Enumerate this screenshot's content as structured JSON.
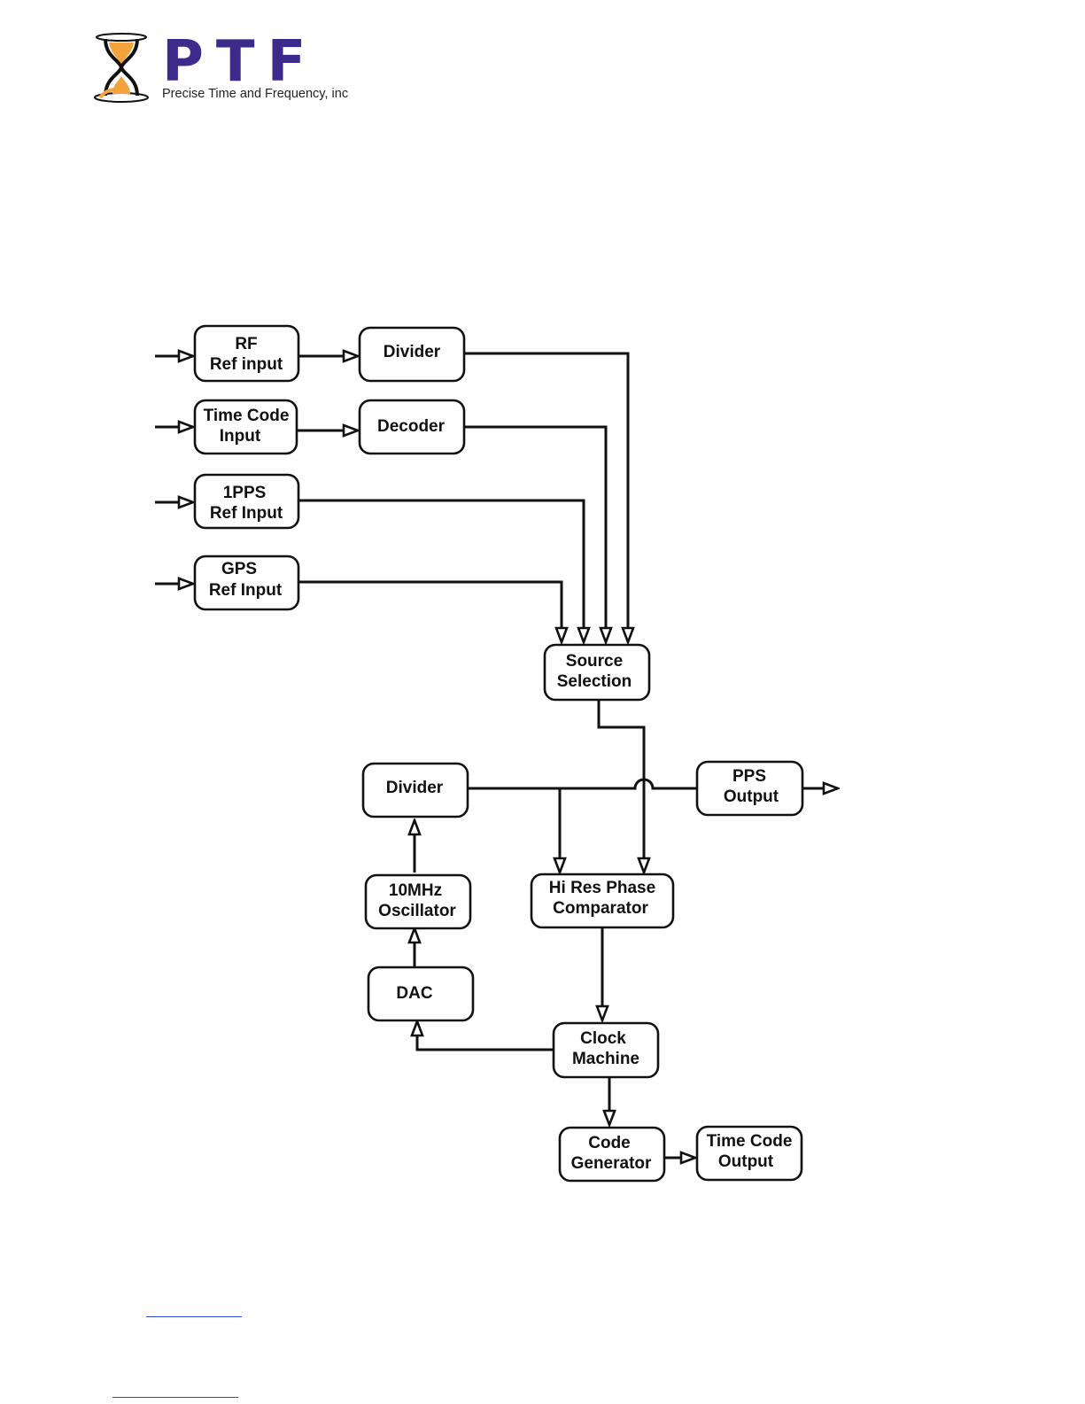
{
  "header": {
    "brand": "PTF",
    "tagline": "Precise Time and Frequency, inc",
    "brand_color": "#3d2b8c",
    "accent_color": "#f4a23c",
    "logo_icon": "hourglass-icon"
  },
  "diagram": {
    "rf_ref_input": [
      "RF",
      "Ref input"
    ],
    "divider_top": [
      "Divider"
    ],
    "time_code_input": [
      "Time Code",
      "Input"
    ],
    "decoder": [
      "Decoder"
    ],
    "pps1_ref_input": [
      "1PPS",
      "Ref Input"
    ],
    "gps_ref_input": [
      "GPS",
      "Ref Input"
    ],
    "source_selection": [
      "Source",
      "Selection"
    ],
    "divider_lower": [
      "Divider"
    ],
    "pps_output": [
      "PPS",
      "Output"
    ],
    "oscillator": [
      "10MHz",
      "Oscillator"
    ],
    "phase_comparator": [
      "Hi Res Phase",
      "Comparator"
    ],
    "dac": [
      "DAC"
    ],
    "clock_machine": [
      "Clock",
      "Machine"
    ],
    "code_generator": [
      "Code",
      "Generator"
    ],
    "time_code_output": [
      "Time Code",
      "Output"
    ]
  }
}
